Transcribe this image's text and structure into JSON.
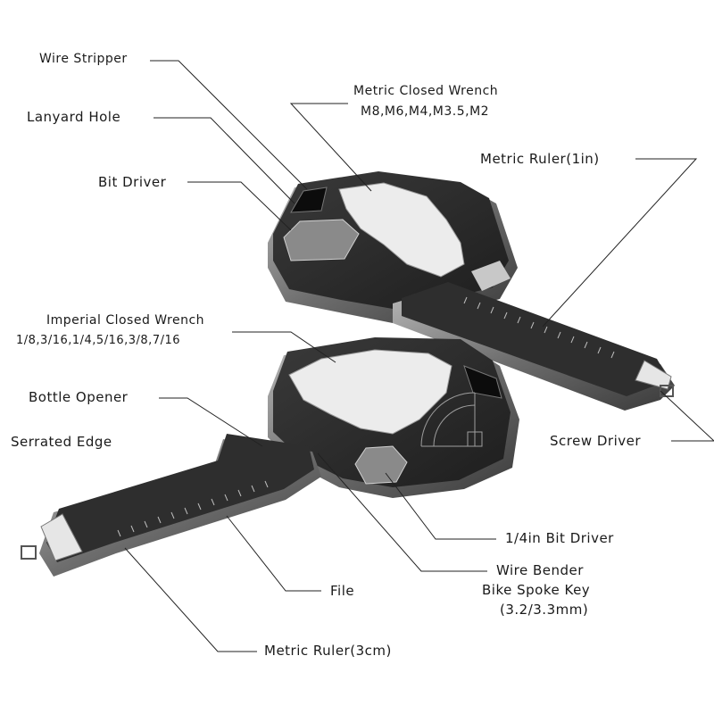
{
  "labels": {
    "wire_stripper": "Wire Stripper",
    "lanyard_hole": "Lanyard Hole",
    "bit_driver": "Bit Driver",
    "metric_wrench_title": "Metric Closed Wrench",
    "metric_wrench_sizes": "M8,M6,M4,M3.5,M2",
    "metric_ruler_1in": "Metric Ruler(1in)",
    "imperial_wrench_title": "Imperial Closed Wrench",
    "imperial_wrench_sizes": "1/8,3/16,1/4,5/16,3/8,7/16",
    "bottle_opener": "Bottle Opener",
    "serrated_edge": "Serrated Edge",
    "screw_driver": "Screw Driver",
    "bit_driver_quarter": "1/4in Bit Driver",
    "wire_bender": "Wire Bender",
    "bike_spoke_key": "Bike Spoke Key",
    "bike_spoke_sizes": "(3.2/3.3mm)",
    "file": "File",
    "metric_ruler_3cm": "Metric Ruler(3cm)"
  },
  "colors": {
    "tool_dark": "#2b2b2b",
    "tool_edge": "#8c8c8c",
    "leader_line": "#222222"
  }
}
